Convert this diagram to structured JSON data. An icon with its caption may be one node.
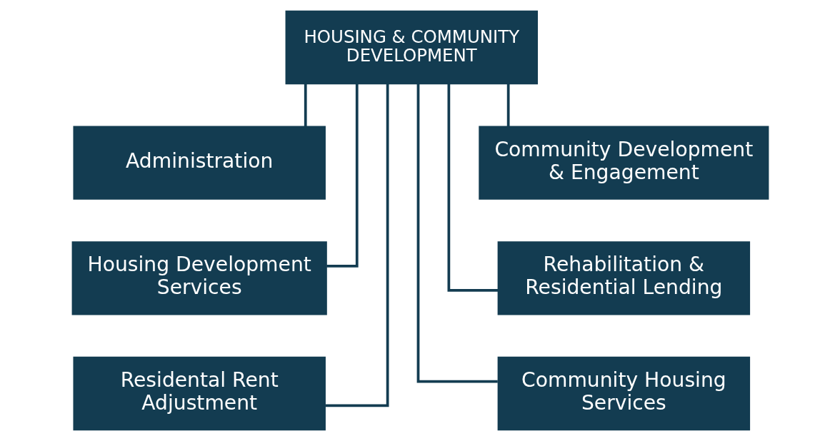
{
  "diagram": {
    "nodes": [
      {
        "text": [
          "HOUSING & COMMUNITY DEVELOPMENT"
        ]
      },
      {
        "text": [
          "Administration"
        ]
      },
      {
        "text": [
          "Community Development & Engagement"
        ]
      },
      {
        "text": [
          "Housing Development Services"
        ]
      },
      {
        "text": [
          "Rehabilitation & Residential Lending"
        ]
      },
      {
        "text": [
          "Residental Rent Adjustment"
        ]
      },
      {
        "text": [
          "Community Housing Services"
        ]
      }
    ],
    "edges": [
      {
        "from": 0,
        "to": 1,
        "arrow": "none"
      },
      {
        "from": 0,
        "to": 2,
        "arrow": "none"
      },
      {
        "from": 0,
        "to": 3,
        "arrow": "none"
      },
      {
        "from": 0,
        "to": 4,
        "arrow": "none"
      },
      {
        "from": 0,
        "to": 5,
        "arrow": "none"
      },
      {
        "from": 0,
        "to": 6,
        "arrow": "none"
      }
    ]
  }
}
